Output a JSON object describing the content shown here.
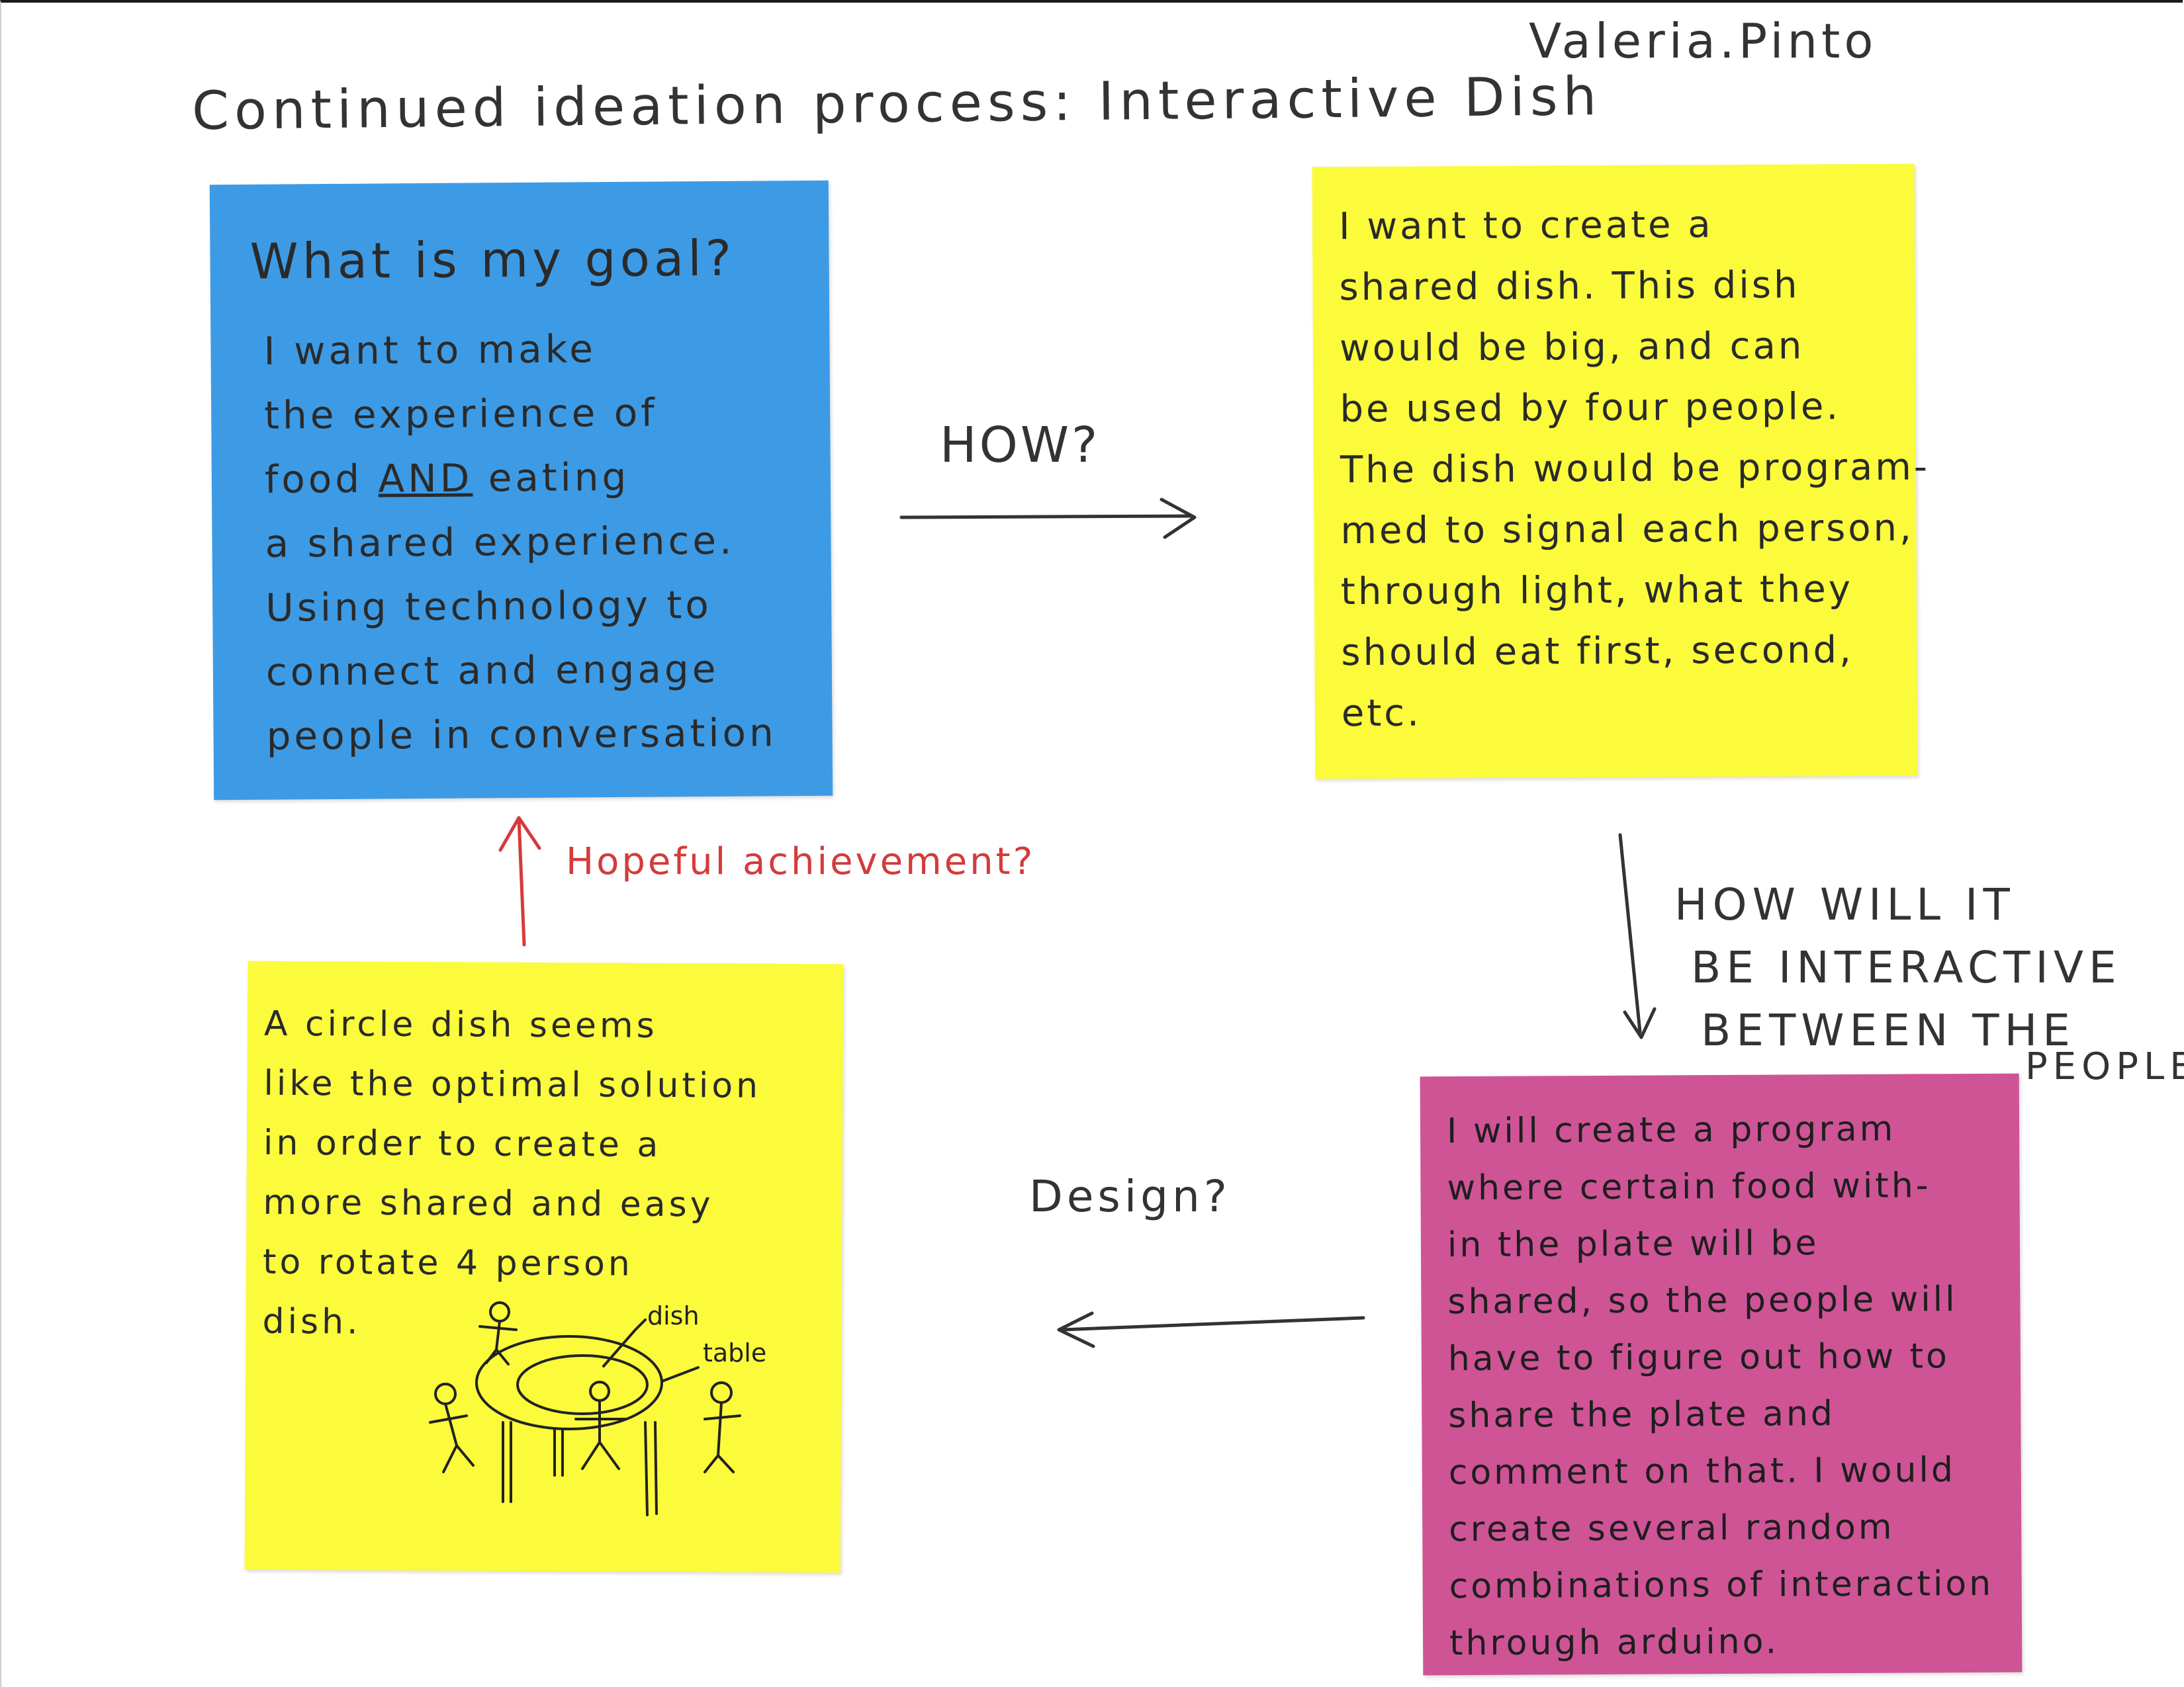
{
  "header": {
    "author": "Valeria.Pinto",
    "title": "Continued ideation process: Interactive Dish"
  },
  "notes": {
    "goal": {
      "heading": "What is my goal?",
      "lines": [
        "I want to make",
        "the experience of",
        "food AND eating",
        "a shared experience.",
        "Using technology to",
        "connect and engage",
        "people in conversation"
      ]
    },
    "concept": {
      "lines": [
        "I want to create a",
        "shared dish. This dish",
        "would be big, and can",
        "be used by four people.",
        "The dish would be program-",
        "med to signal each person,",
        "through light, what they",
        "should eat first, second,",
        "etc."
      ]
    },
    "interaction": {
      "lines": [
        "I will create a program",
        "where certain food with-",
        "in the plate will be",
        "shared, so the people will",
        "have to figure out how to",
        "share the plate and",
        "comment on that. I would",
        "create several random",
        "combinations of interaction",
        "through arduino."
      ]
    },
    "design": {
      "lines": [
        "A circle dish seems",
        "like the optimal solution",
        "in order to create a",
        "more shared and easy",
        "to rotate 4 person",
        "dish."
      ],
      "sketch_labels": {
        "dish": "dish",
        "table": "table"
      }
    }
  },
  "connectors": {
    "how": "HOW?",
    "how_will": [
      "HOW WILL IT",
      "BE INTERACTIVE",
      "BETWEEN THE",
      "PEOPLE?"
    ],
    "design": "Design?",
    "hopeful": "Hopeful achievement?"
  },
  "colors": {
    "blue_note": "#3d9be6",
    "yellow_note": "#fbfb3c",
    "pink_note": "#cf5496",
    "ink": "#333333",
    "red_ink": "#d43b3b"
  }
}
